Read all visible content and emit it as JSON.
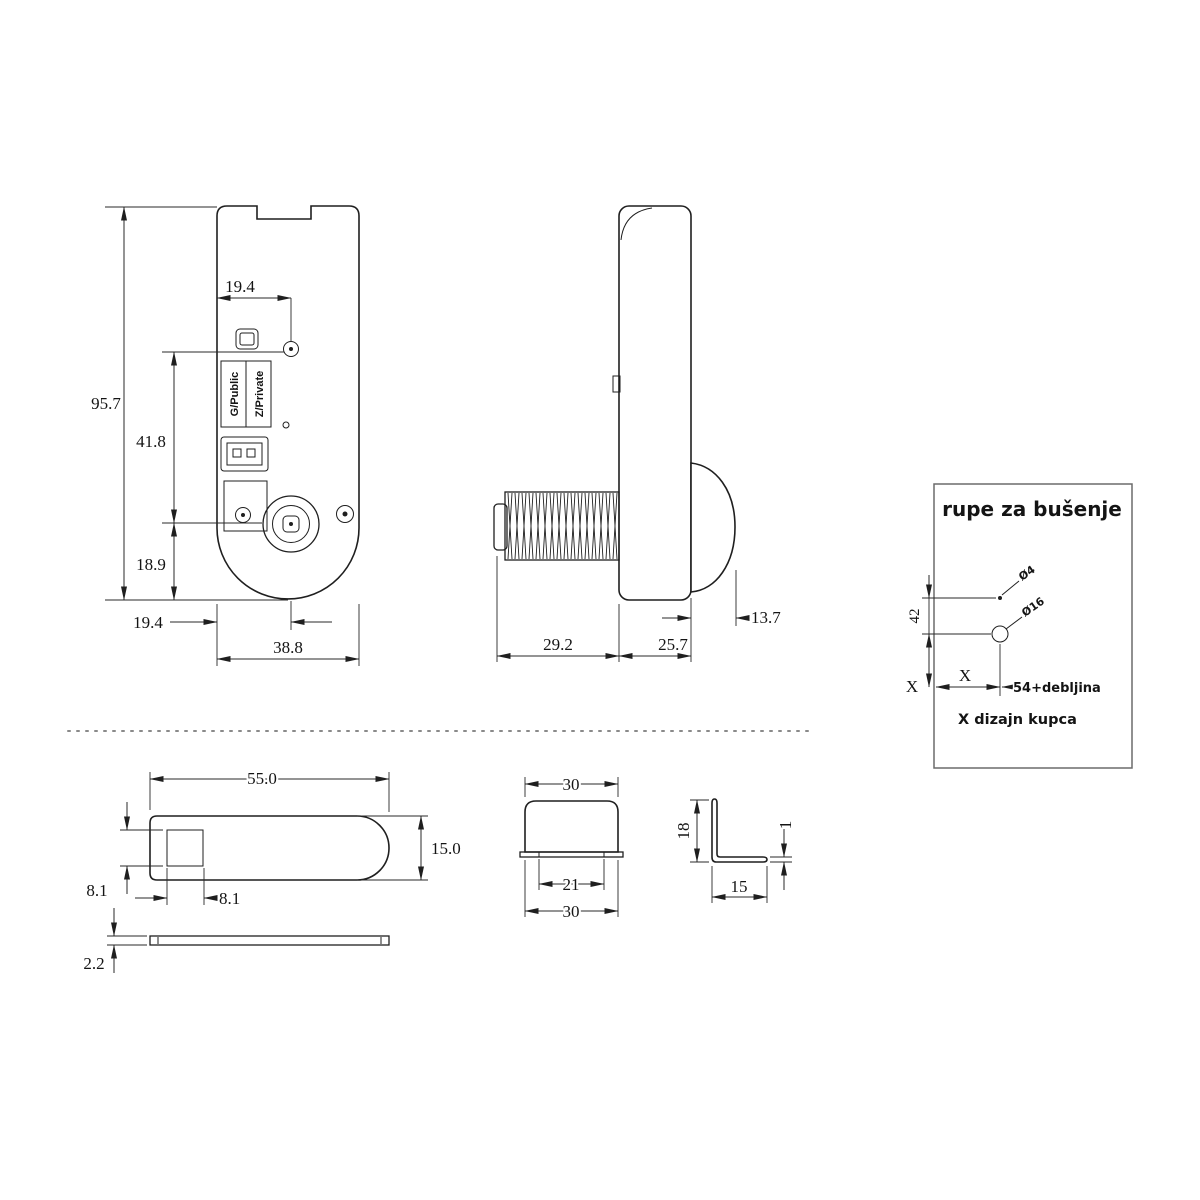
{
  "front_view": {
    "label_public": "G/Public",
    "label_private": "Z/Private",
    "dim_top_offset": "19.4",
    "dim_total_height": "95.7",
    "dim_mid_height": "41.8",
    "dim_lower_height": "18.9",
    "dim_bottom_offset": "19.4",
    "dim_width": "38.8"
  },
  "side_view": {
    "dim_knob": "13.7",
    "dim_thread_length": "29.2",
    "dim_body_depth": "25.7"
  },
  "drill_panel": {
    "title": "rupe za bušenje",
    "hole_small": "Ø4",
    "hole_large": "Ø16",
    "dim_vertical": "42",
    "x_vertical": "X",
    "x_horizontal": "X",
    "dim_depth": "54+debljina",
    "note": "X dizajn kupca"
  },
  "cam_plate": {
    "dim_length": "55.0",
    "dim_width": "15.0",
    "dim_hole_v": "8.1",
    "dim_hole_h": "8.1",
    "dim_thickness": "2.2"
  },
  "spacer_cap": {
    "dim_top": "30",
    "dim_inner": "21",
    "dim_bottom": "30"
  },
  "bracket": {
    "dim_height": "18",
    "dim_thickness": "1",
    "dim_width": "15"
  }
}
